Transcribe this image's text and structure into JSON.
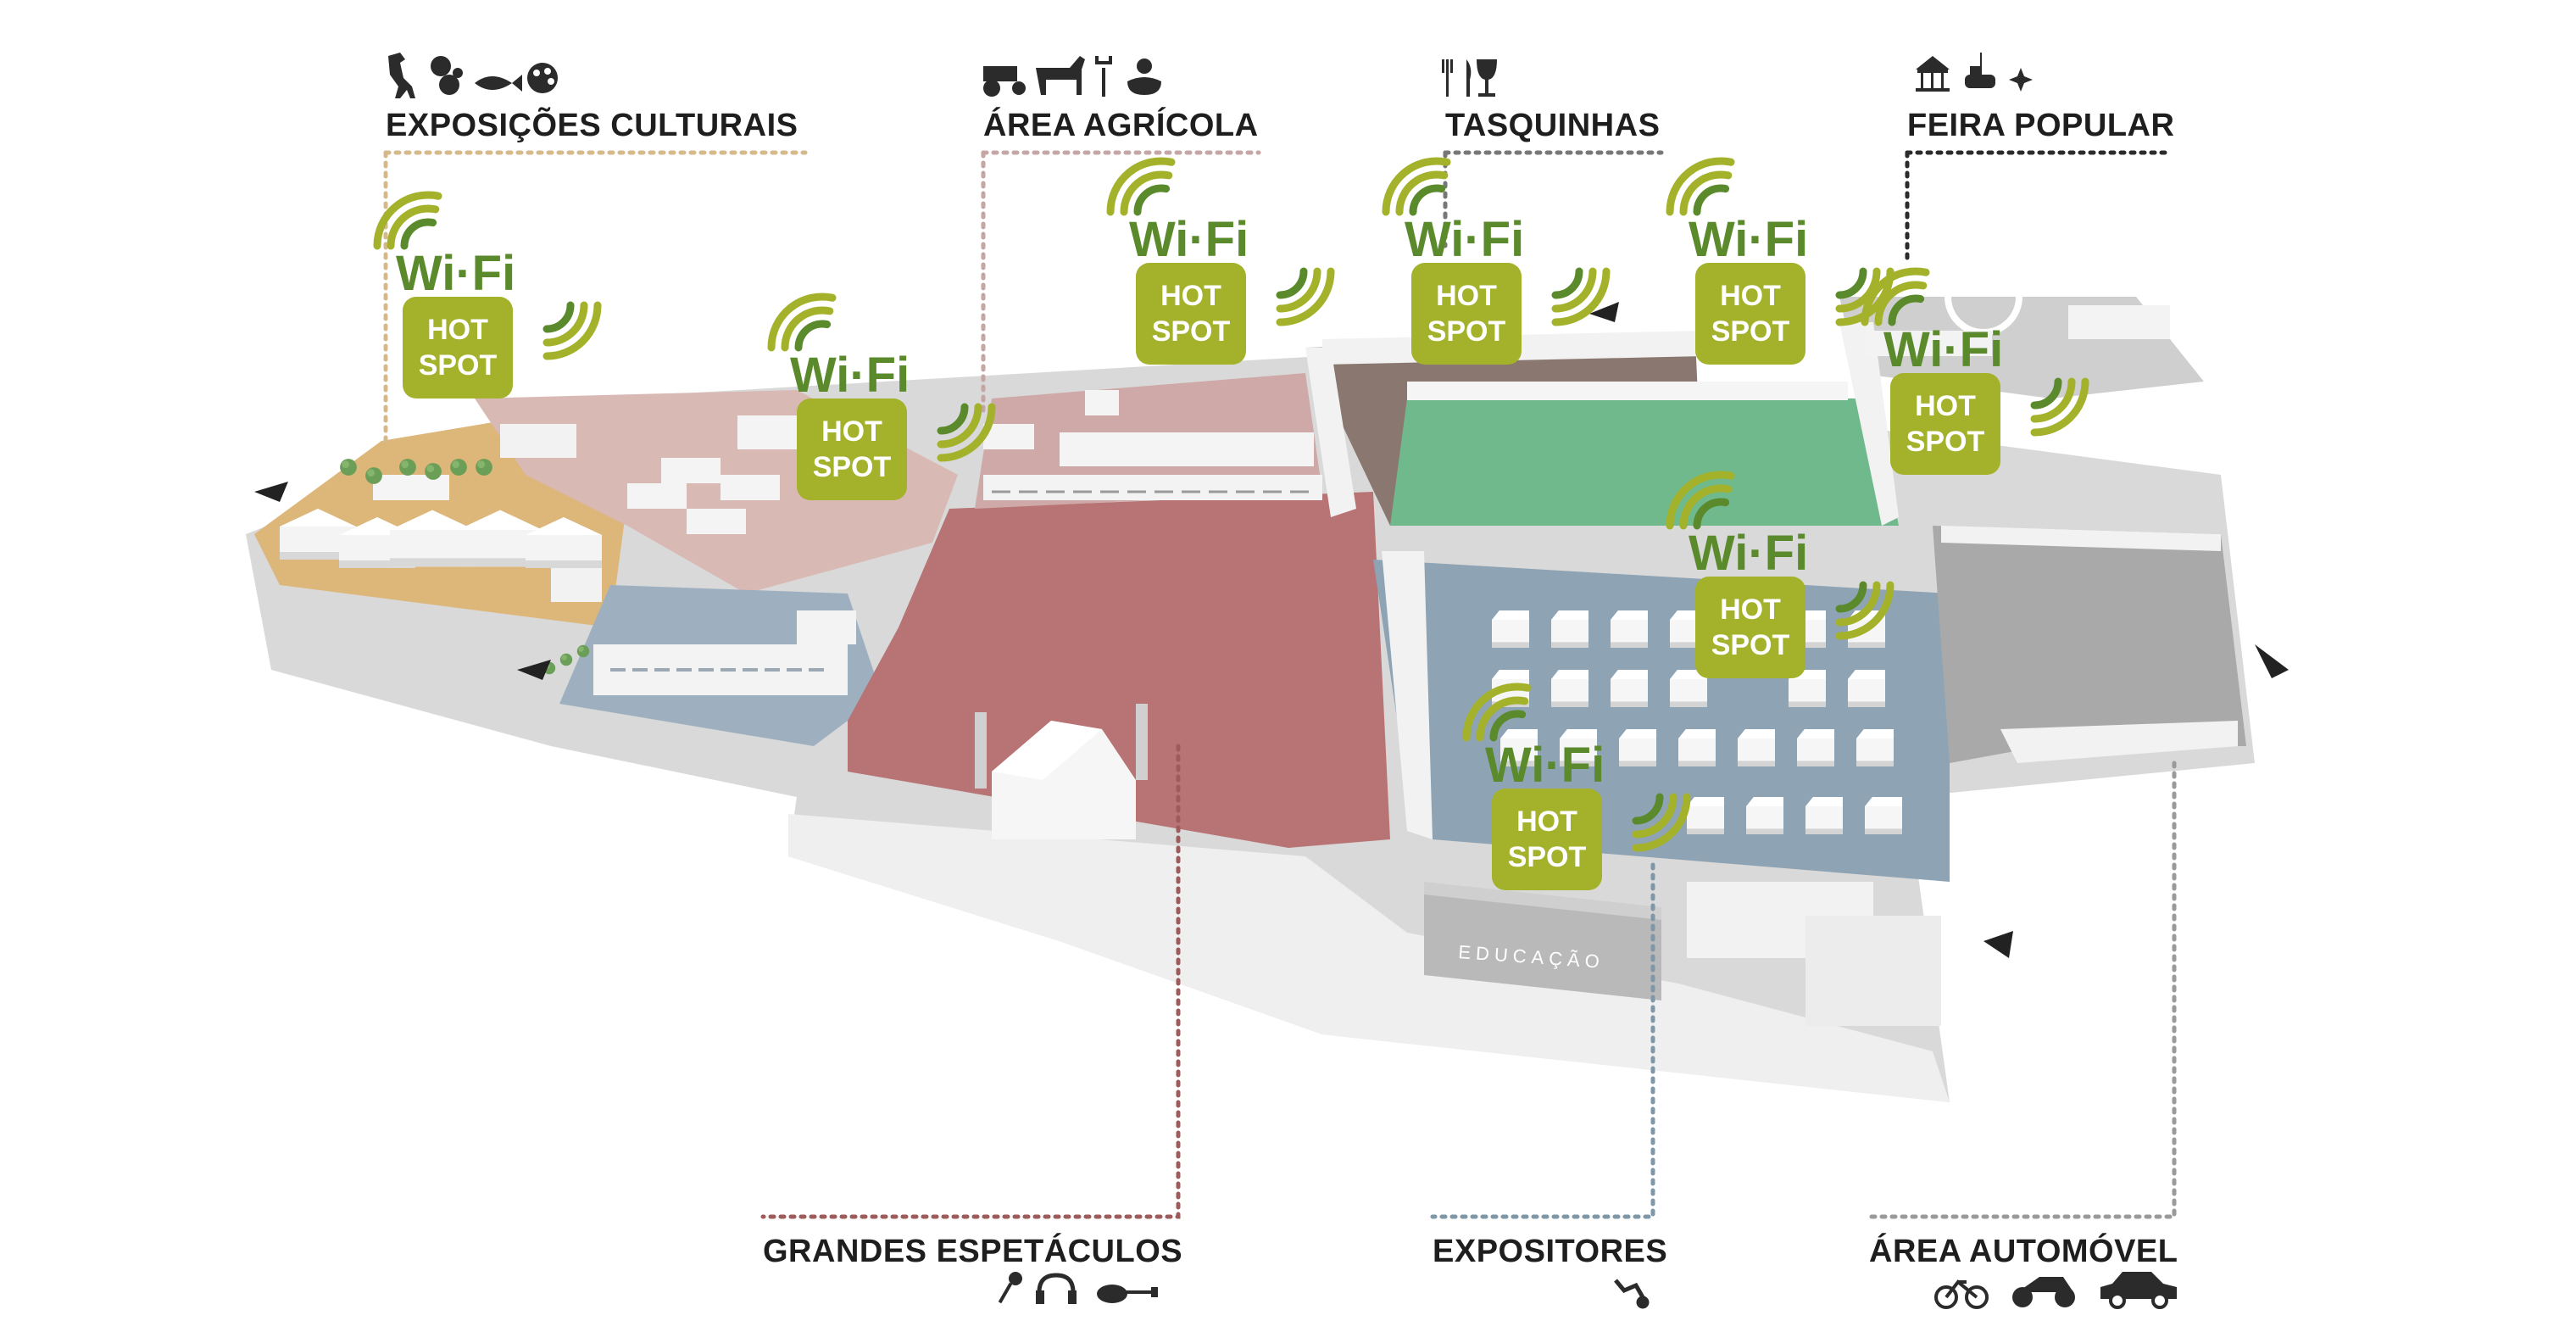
{
  "colors": {
    "hotspot_badge": "#a3b22a",
    "wifi_green": "#5a8a2b",
    "culturais": "#d6b98a",
    "agricola": "#c6a5a5",
    "tasquinhas": "#777777",
    "feira": "#2b2b2b",
    "espetaculos": "#9d5b5b",
    "expositores": "#7f98a8",
    "automovel": "#9a9a9a",
    "ground_red": "#b87474",
    "ground_pink": "#d9b9b4",
    "ground_green": "#6fb98d",
    "ground_blue": "#8ea3b4",
    "ground_gray": "#a9a9a9",
    "ground_sand": "#ddb67a"
  },
  "zones": [
    {
      "id": "culturais",
      "label": "EXPOSIÇÕES CULTURAIS",
      "icons": [
        "dinosaur-icon",
        "squirrel-icon",
        "fish-icon",
        "palette-icon"
      ]
    },
    {
      "id": "agricola",
      "label": "ÁREA AGRÍCOLA",
      "icons": [
        "tractor-icon",
        "horse-icon",
        "pitchfork-icon",
        "duck-icon"
      ]
    },
    {
      "id": "tasquinhas",
      "label": "TASQUINHAS",
      "icons": [
        "fork-icon",
        "knife-icon",
        "wine-glass-icon"
      ]
    },
    {
      "id": "feira",
      "label": "FEIRA POPULAR",
      "icons": [
        "carousel-icon",
        "bumper-car-icon",
        "sparkle-icon"
      ]
    },
    {
      "id": "espetaculos",
      "label": "GRANDES ESPETÁCULOS",
      "icons": [
        "microphone-icon",
        "headphones-icon",
        "guitar-icon"
      ]
    },
    {
      "id": "expositores",
      "label": "EXPOSITORES",
      "icons": [
        "robot-arm-icon"
      ]
    },
    {
      "id": "automovel",
      "label": "ÁREA AUTOMÓVEL",
      "icons": [
        "bicycle-icon",
        "motorcycle-icon",
        "car-icon"
      ]
    }
  ],
  "hotspot": {
    "wifi_label": "Wi·Fi",
    "line1": "HOT",
    "line2": "SPOT",
    "count": 8
  },
  "buildings": {
    "educacao": "EDUCAÇÃO"
  }
}
